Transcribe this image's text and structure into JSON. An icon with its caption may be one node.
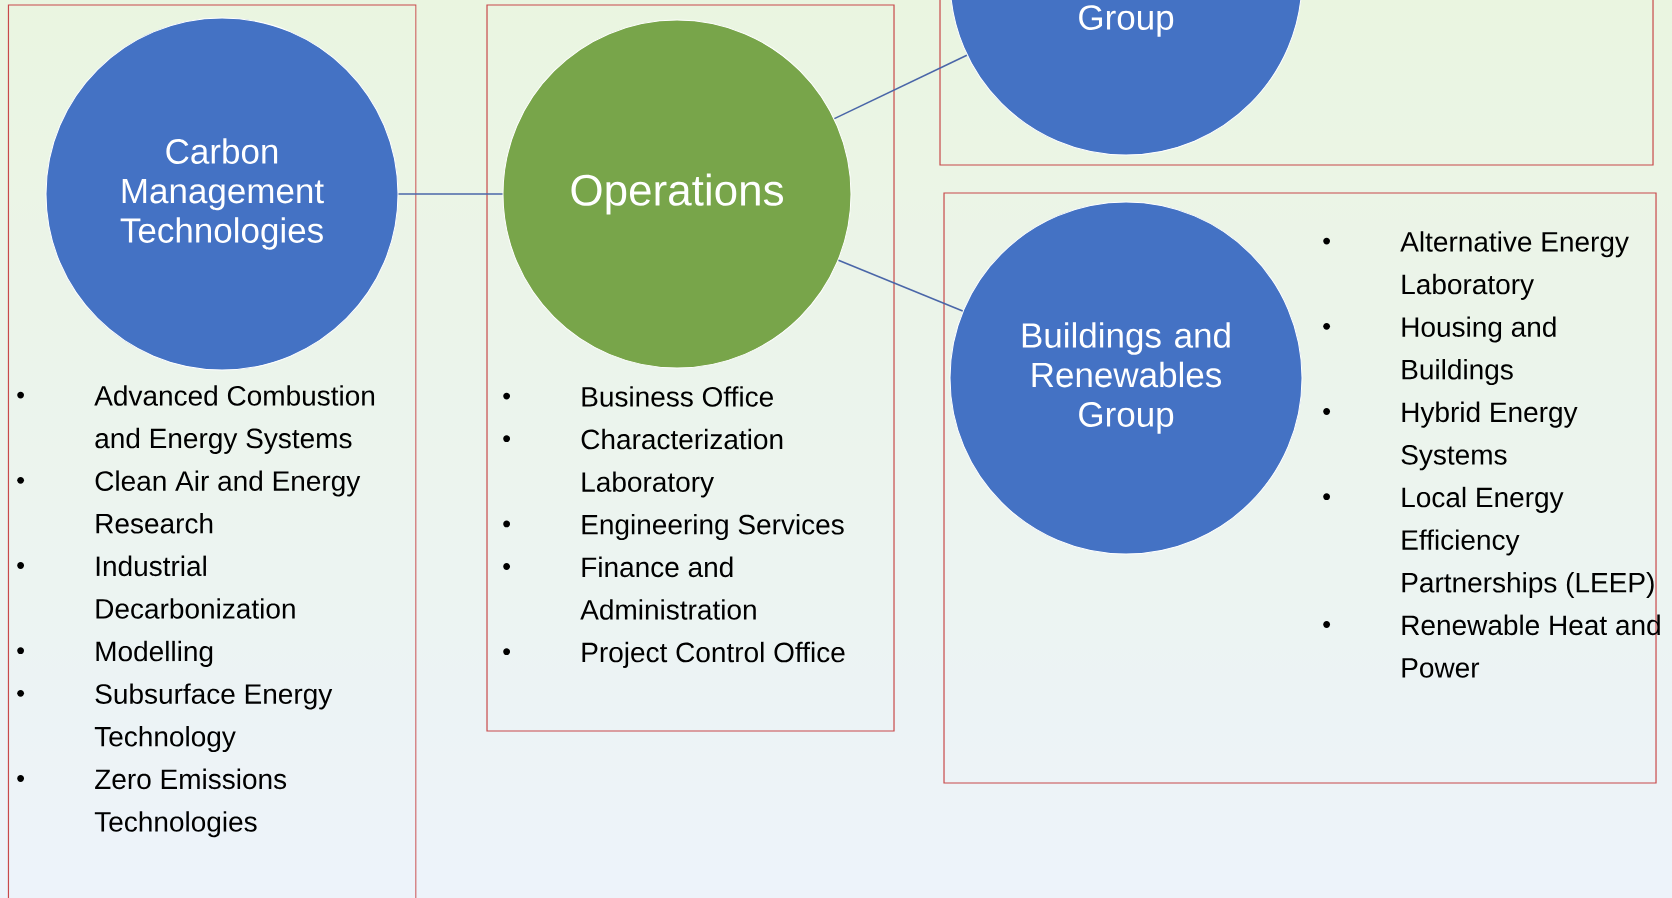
{
  "diagram": {
    "nodes": [
      {
        "text": [
          "Advanced Combustion and Energy Systems",
          "Clean Air and Energy Research",
          "Industrial Decarbonization",
          "Modelling",
          "Subsurface Energy Technology",
          "Zero Emissions Technologies"
        ]
      },
      {
        "text": [
          "Carbon Management Technologies"
        ],
        "in": 0
      },
      {
        "text": [
          "Business Office",
          "Characterization Laboratory",
          "Engineering Services",
          "Finance and Administration",
          "Project Control Office"
        ]
      },
      {
        "text": [
          "Operations"
        ],
        "in": 2
      },
      {
        "text": [],
        "shape": "box"
      },
      {
        "text": [
          "Group"
        ],
        "in": 4
      },
      {
        "text": [
          "Alternative Energy Laboratory",
          "Housing and Buildings",
          "Hybrid Energy Systems",
          "Local Energy Efficiency Partnerships (LEEP)",
          "Renewable Heat and Power"
        ]
      },
      {
        "text": [
          "Buildings and Renewables Group"
        ],
        "in": 6
      }
    ],
    "edges": [
      {
        "from": 1,
        "to": 3,
        "arrow": "none"
      },
      {
        "from": 3,
        "to": 5,
        "arrow": "none"
      },
      {
        "from": 3,
        "to": 7,
        "arrow": "none"
      }
    ]
  }
}
